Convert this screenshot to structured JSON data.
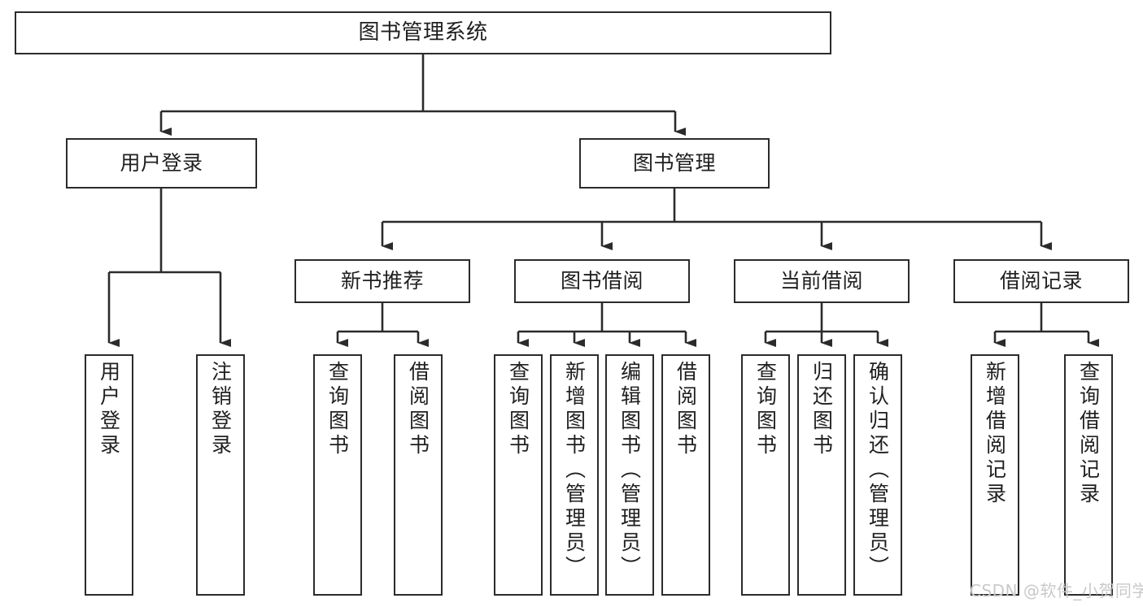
{
  "diagram": {
    "title": "图书管理系统",
    "type": "hierarchy-tree",
    "watermark": "CSDN @软件_小贺同学",
    "colors": {
      "box_border": "#2b2b2b",
      "box_fill": "#ffffff",
      "connector": "#2b2b2b",
      "text": "#1f1f1f",
      "watermark": "#c9c9c9",
      "background": "#ffffff"
    },
    "nodes": {
      "root": {
        "label": "图书管理系统"
      },
      "level2": [
        {
          "id": "user-login",
          "label": "用户登录"
        },
        {
          "id": "book-management",
          "label": "图书管理"
        }
      ],
      "level3": [
        {
          "id": "new-book-recommend",
          "label": "新书推荐"
        },
        {
          "id": "book-borrow",
          "label": "图书借阅"
        },
        {
          "id": "current-borrow",
          "label": "当前借阅"
        },
        {
          "id": "borrow-record",
          "label": "借阅记录"
        }
      ],
      "leaves": {
        "user-login": [
          {
            "id": "leaf-user-login",
            "label": "用户登录"
          },
          {
            "id": "leaf-user-logout",
            "label": "注销登录"
          }
        ],
        "new-book-recommend": [
          {
            "id": "leaf-query-book-1",
            "label": "查询图书"
          },
          {
            "id": "leaf-borrow-book-1",
            "label": "借阅图书"
          }
        ],
        "book-borrow": [
          {
            "id": "leaf-query-book-2",
            "label": "查询图书"
          },
          {
            "id": "leaf-add-book",
            "label": "新增图书（管理员）"
          },
          {
            "id": "leaf-edit-book",
            "label": "编辑图书（管理员）"
          },
          {
            "id": "leaf-borrow-book-2",
            "label": "借阅图书"
          }
        ],
        "current-borrow": [
          {
            "id": "leaf-query-book-3",
            "label": "查询图书"
          },
          {
            "id": "leaf-return-book",
            "label": "归还图书"
          },
          {
            "id": "leaf-confirm-return",
            "label": "确认归还（管理员）"
          }
        ],
        "borrow-record": [
          {
            "id": "leaf-add-record",
            "label": "新增借阅记录"
          },
          {
            "id": "leaf-query-record",
            "label": "查询借阅记录"
          }
        ]
      }
    }
  }
}
